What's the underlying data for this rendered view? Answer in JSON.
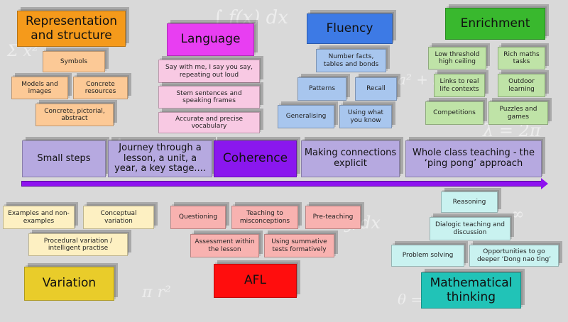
{
  "colors": {
    "representation": "#f59a1b",
    "language": "#e83ef2",
    "fluency": "#3d7ae5",
    "enrichment": "#39b82e",
    "coherence": "#8a17ee",
    "variation": "#e9cc2a",
    "afl": "#ff0d0d",
    "mathematical_thinking": "#21c3b7"
  },
  "representation": {
    "title": "Representation and structure",
    "items": [
      "Symbols",
      "Models and images",
      "Concrete resources",
      "Concrete, pictorial, abstract"
    ]
  },
  "language": {
    "title": "Language",
    "items": [
      "Say with me, I say you say, repeating out loud",
      "Stem sentences and speaking frames",
      "Accurate and precise vocabulary"
    ]
  },
  "fluency": {
    "title": "Fluency",
    "items": [
      "Number facts, tables and bonds",
      "Patterns",
      "Recall",
      "Generalising",
      "Using what you know"
    ]
  },
  "enrichment": {
    "title": "Enrichment",
    "items": [
      "Low threshold high ceiling",
      "Rich maths tasks",
      "Links to real life contexts",
      "Outdoor learning",
      "Competitions",
      "Puzzles and games"
    ]
  },
  "coherence": {
    "title": "Coherence",
    "items": [
      "Small steps",
      "Journey through a lesson, a unit, a year, a key stage....",
      "Making connections explicit",
      "Whole class teaching - the ‘ping pong’ approach"
    ]
  },
  "variation": {
    "title": "Variation",
    "items": [
      "Examples and non-examples",
      "Conceptual variation",
      "Procedural variation / intelligent practise"
    ]
  },
  "afl": {
    "title": "AFL",
    "items": [
      "Questioning",
      "Teaching to misconceptions",
      "Pre-teaching",
      "Assessment within the lesson",
      "Using summative tests formatively"
    ]
  },
  "mathematical_thinking": {
    "title": "Mathematical thinking",
    "items": [
      "Reasoning",
      "Dialogic teaching and discussion",
      "Problem solving",
      "Opportunities to go deeper ‘Dong nao ting’"
    ]
  }
}
